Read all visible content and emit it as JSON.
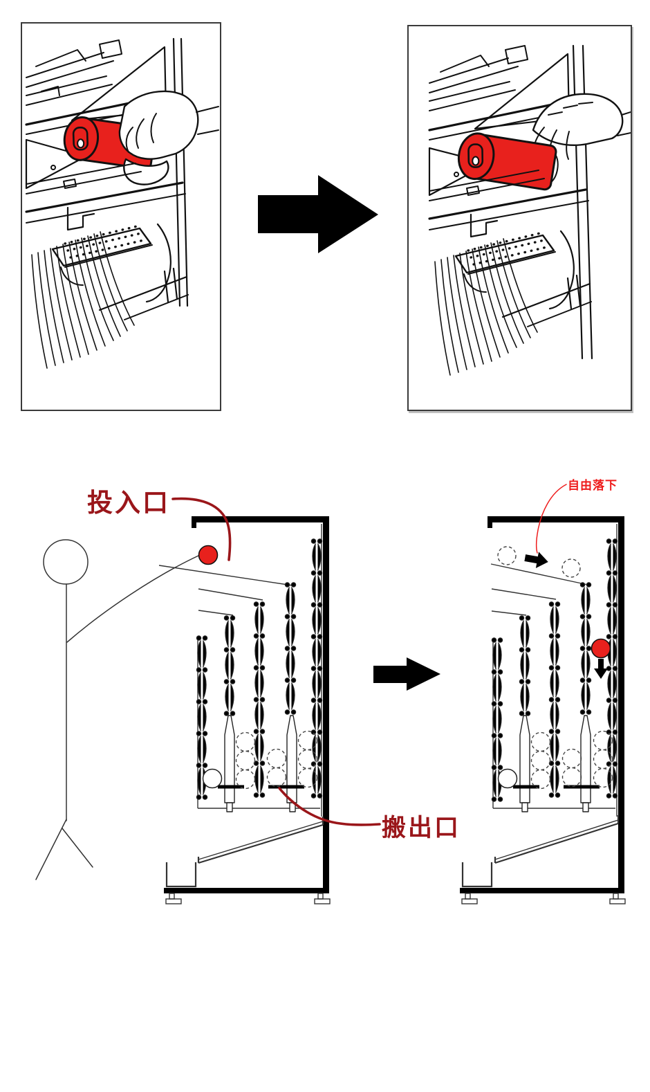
{
  "diagram": {
    "labels": {
      "inlet": "投入口",
      "outlet": "搬出口",
      "free_fall": "自由落下"
    },
    "colors": {
      "can_red": "#e8211d",
      "label_dark_red": "#9a161a",
      "free_fall_red": "#ee1c1c",
      "line_black": "#111111"
    },
    "icons": {
      "sequence_arrow": "arrow-right",
      "roll_arrow": "arrow-right",
      "drop_arrow": "arrow-down"
    }
  }
}
